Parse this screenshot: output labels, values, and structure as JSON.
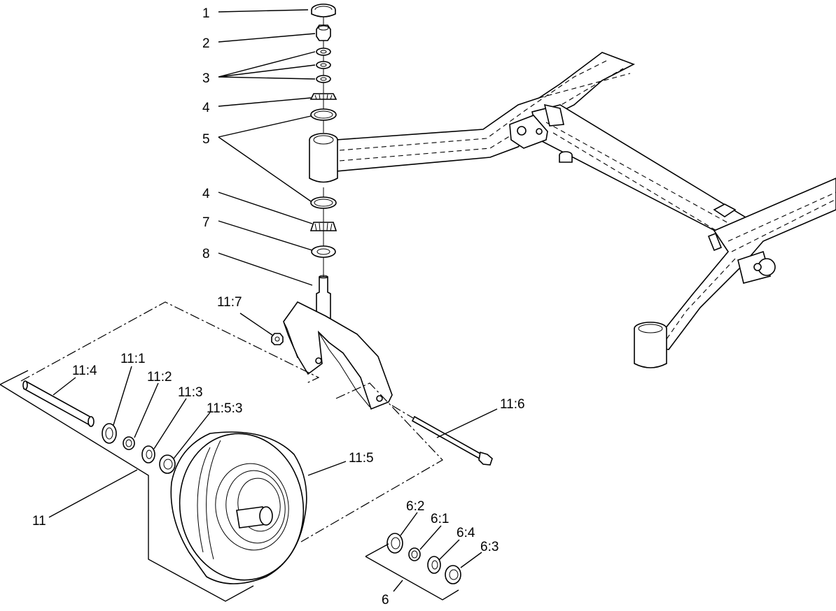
{
  "callouts": [
    {
      "id": "c1",
      "label": "1"
    },
    {
      "id": "c2",
      "label": "2"
    },
    {
      "id": "c3",
      "label": "3"
    },
    {
      "id": "c4a",
      "label": "4"
    },
    {
      "id": "c5",
      "label": "5"
    },
    {
      "id": "c4b",
      "label": "4"
    },
    {
      "id": "c7",
      "label": "7"
    },
    {
      "id": "c8",
      "label": "8"
    },
    {
      "id": "c11_7",
      "label": "11:7"
    },
    {
      "id": "c11_4",
      "label": "11:4"
    },
    {
      "id": "c11_1",
      "label": "11:1"
    },
    {
      "id": "c11_2",
      "label": "11:2"
    },
    {
      "id": "c11_3",
      "label": "11:3"
    },
    {
      "id": "c11_5_3",
      "label": "11:5:3"
    },
    {
      "id": "c11_6",
      "label": "11:6"
    },
    {
      "id": "c11_5",
      "label": "11:5"
    },
    {
      "id": "c11",
      "label": "11"
    },
    {
      "id": "c6_2",
      "label": "6:2"
    },
    {
      "id": "c6_1",
      "label": "6:1"
    },
    {
      "id": "c6_4",
      "label": "6:4"
    },
    {
      "id": "c6_3",
      "label": "6:3"
    },
    {
      "id": "c6",
      "label": "6"
    }
  ]
}
